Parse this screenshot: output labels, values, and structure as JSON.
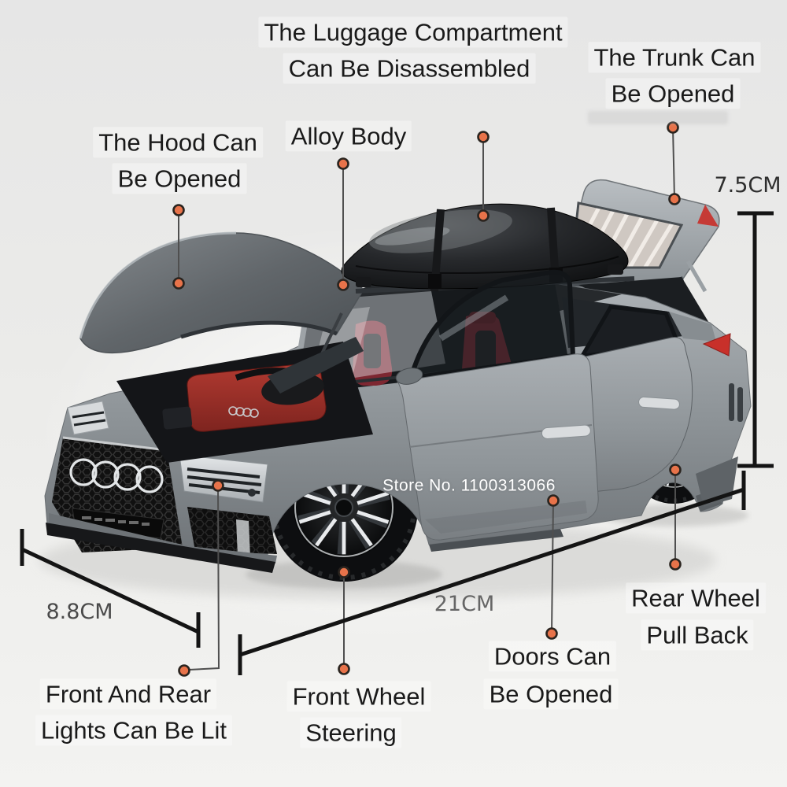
{
  "image": {
    "kind": "annotated product infographic of a die-cast model car with opening parts",
    "background_top": "#E6E6E6",
    "background_bottom": "#F3F3F1"
  },
  "watermark": {
    "store_no": "Store No. 1100313066"
  },
  "callouts": {
    "luggage_compartment": {
      "line1": "The Luggage Compartment",
      "line2": "Can Be Disassembled"
    },
    "trunk": {
      "line1": "The Trunk Can",
      "line2": "Be Opened"
    },
    "hood": {
      "line1": "The Hood Can",
      "line2": "Be Opened"
    },
    "alloy_body": {
      "line1": "Alloy Body"
    },
    "front_rear_lights": {
      "line1": "Front And Rear",
      "line2": "Lights Can Be Lit"
    },
    "front_wheel": {
      "line1": "Front Wheel",
      "line2": "Steering"
    },
    "doors": {
      "line1": "Doors Can",
      "line2": "Be Opened"
    },
    "rear_wheel": {
      "line1": "Rear Wheel",
      "line2": "Pull Back"
    }
  },
  "dimensions": {
    "height_label": "7.5CM",
    "width_label": "8.8CM",
    "length_label": "21CM"
  },
  "colors": {
    "accent_dot": "#E8734A",
    "dot_ring": "#2A241F",
    "leader_line": "#4F4F4F",
    "dimension_line": "#141414",
    "label_text": "#1A1A1A",
    "dim_gray": "#666666",
    "watermark_white": "#FFFFFF",
    "car_body_gray": "#8E9498",
    "roof_box_black": "#141414",
    "engine_red": "#A03028",
    "seat_red": "#7D2731",
    "taillight_red": "#C8302A"
  }
}
